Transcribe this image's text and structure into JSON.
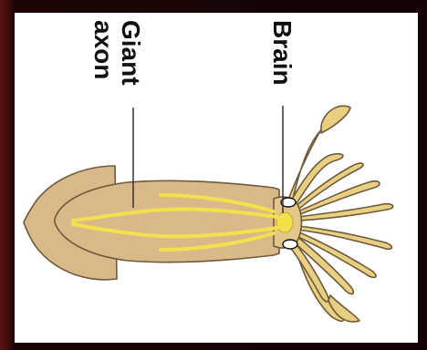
{
  "labels": {
    "giant_axon_line1": "Giant",
    "giant_axon_line2": "axon",
    "brain": "Brain"
  },
  "colors": {
    "background_dark": "#1a0504",
    "background_red_edge": "#5a1210",
    "panel": "#ffffff",
    "body_fill": "#d9b98a",
    "body_stroke": "#6e5a3c",
    "tentacle_fill": "#e8cf82",
    "axon_yellow": "#f4e04a",
    "text": "#111111"
  }
}
